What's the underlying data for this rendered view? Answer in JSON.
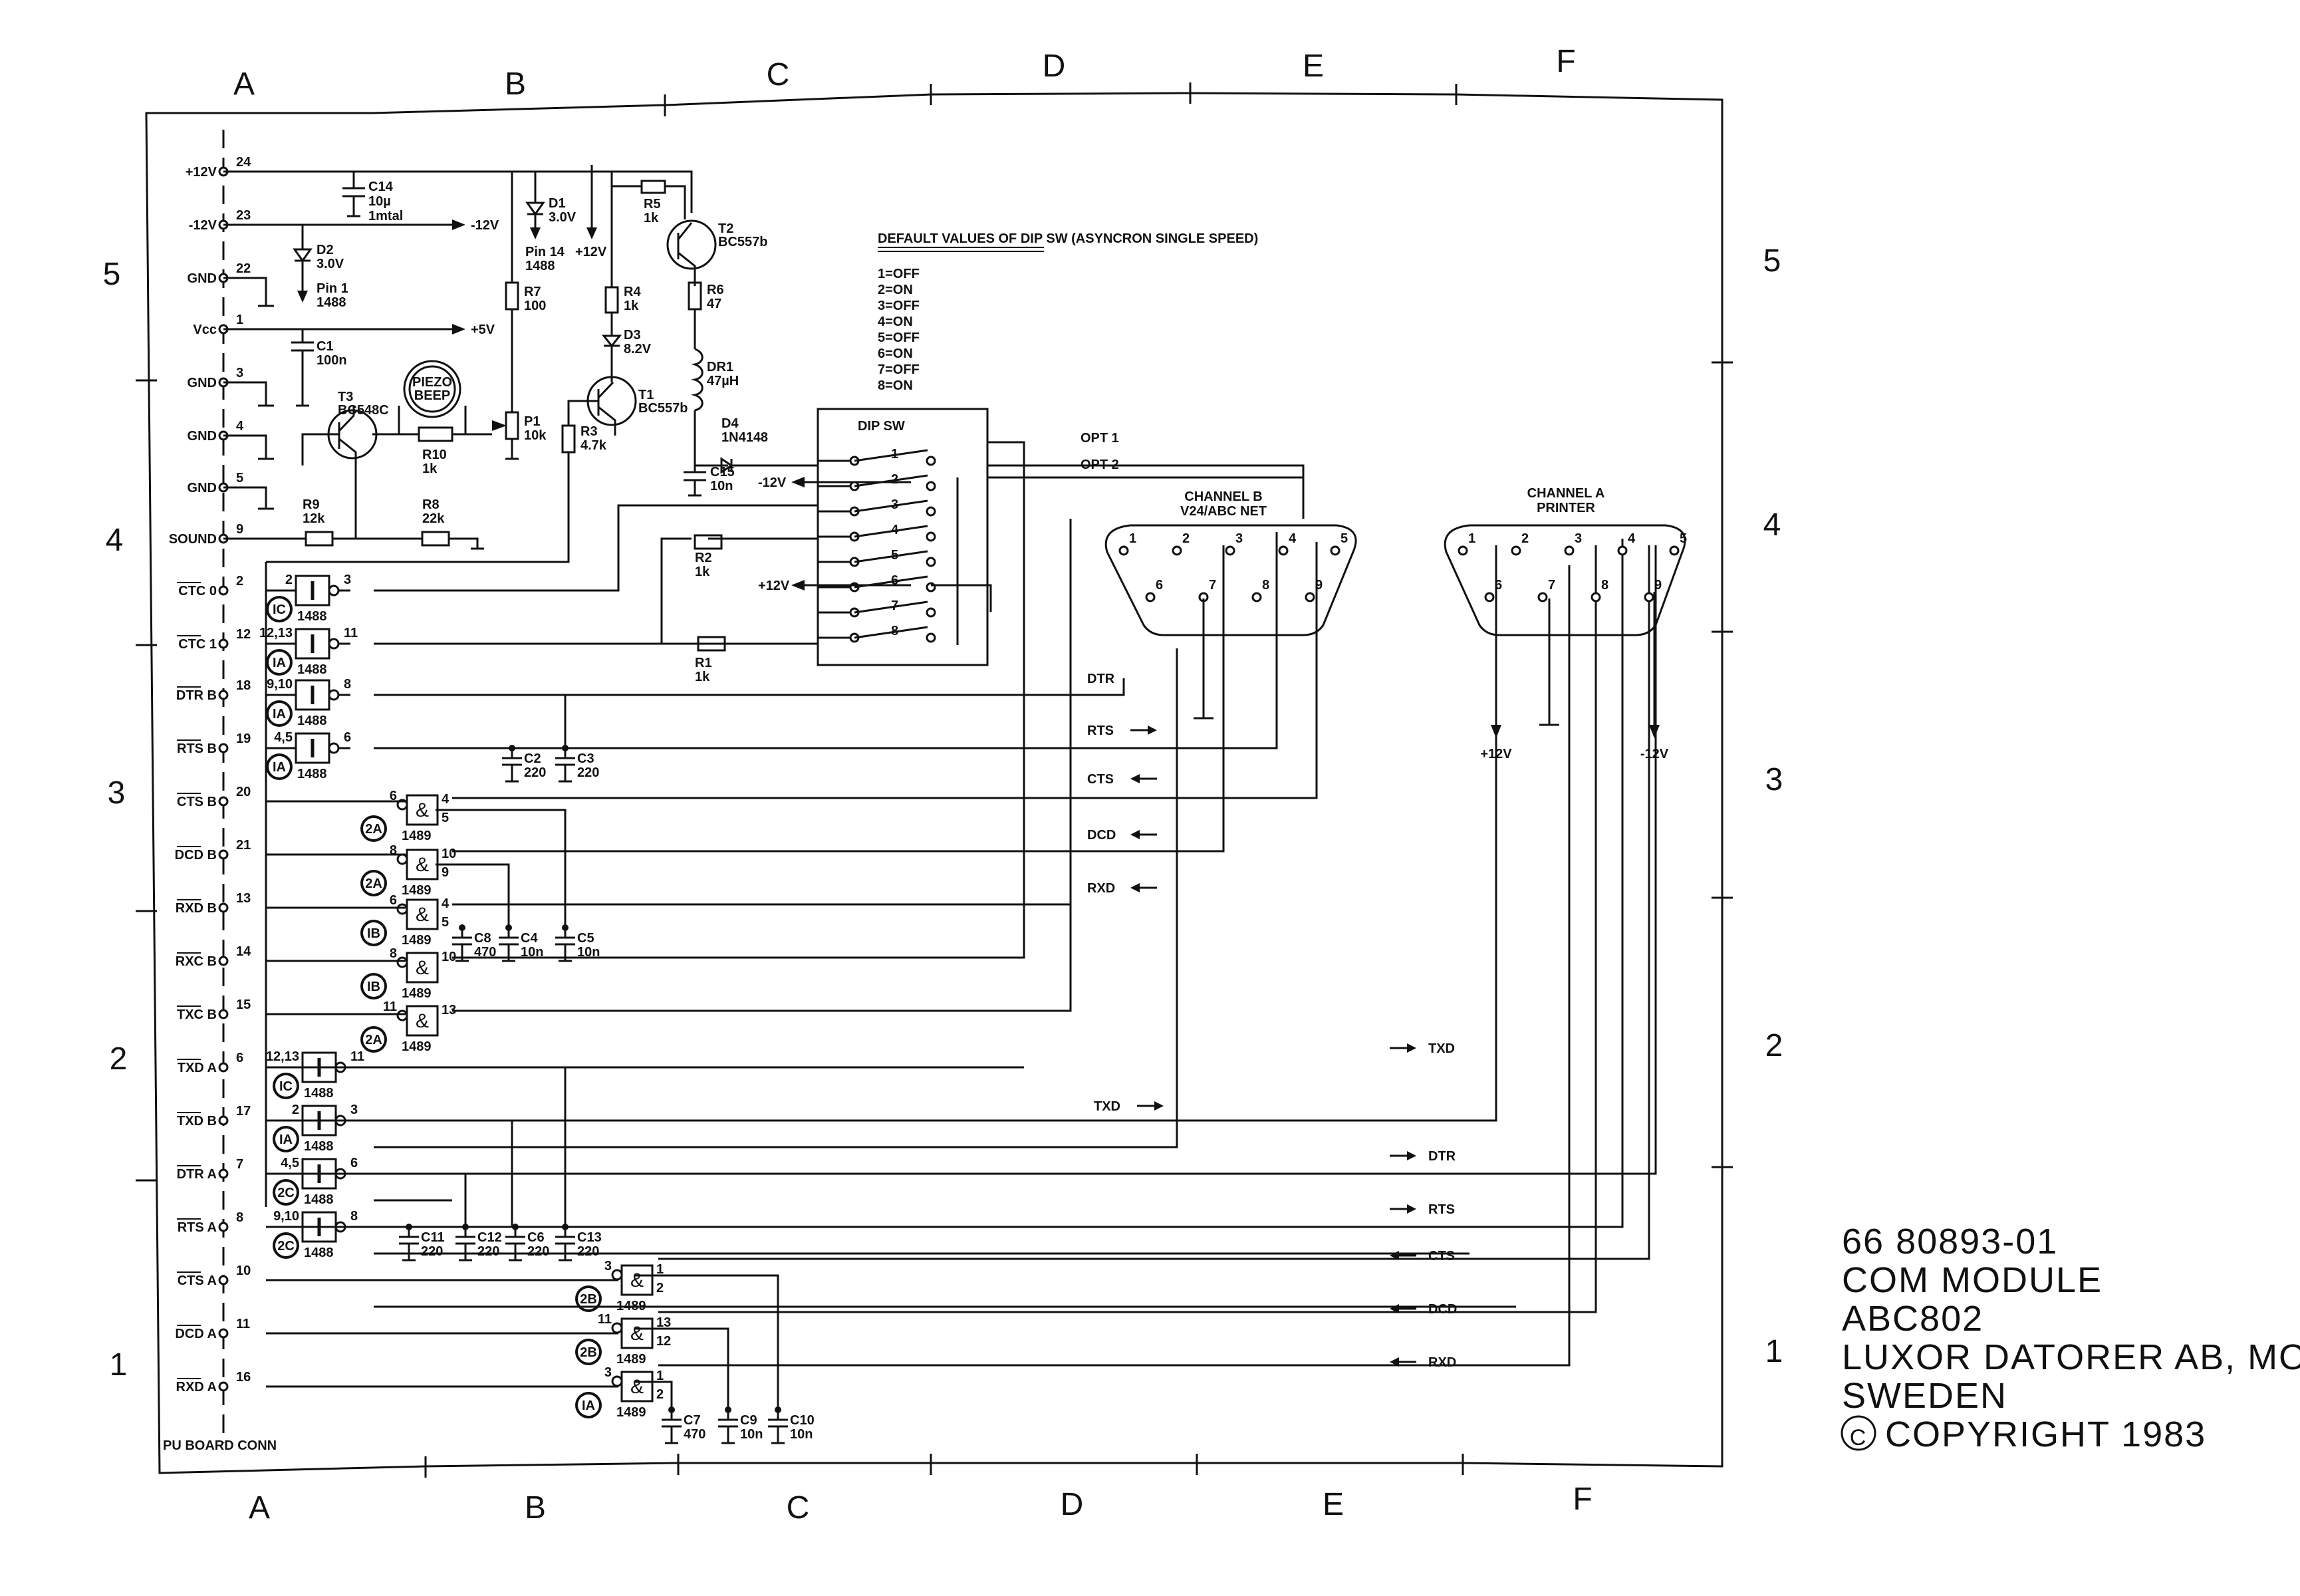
{
  "grid": {
    "top": [
      "A",
      "B",
      "C",
      "D",
      "E",
      "F"
    ],
    "bottom": [
      "A",
      "B",
      "C",
      "D",
      "E",
      "F"
    ],
    "left": [
      "5",
      "4",
      "3",
      "2",
      "1"
    ],
    "right": [
      "5",
      "4",
      "3",
      "2",
      "1"
    ]
  },
  "connector": {
    "label": "PU BOARD CONN",
    "pins": [
      {
        "name": "+12V",
        "num": "24"
      },
      {
        "name": "-12V",
        "num": "23"
      },
      {
        "name": "GND",
        "num": "22"
      },
      {
        "name": "Vcc",
        "num": "1"
      },
      {
        "name": "GND",
        "num": "3"
      },
      {
        "name": "GND",
        "num": "4"
      },
      {
        "name": "GND",
        "num": "5"
      },
      {
        "name": "SOUND",
        "num": "9"
      },
      {
        "name": "CTC 0",
        "num": "2"
      },
      {
        "name": "CTC 1",
        "num": "12"
      },
      {
        "name": "DTR B",
        "num": "18"
      },
      {
        "name": "RTS B",
        "num": "19"
      },
      {
        "name": "CTS B",
        "num": "20"
      },
      {
        "name": "DCD B",
        "num": "21"
      },
      {
        "name": "RXD B",
        "num": "13"
      },
      {
        "name": "RXC B",
        "num": "14"
      },
      {
        "name": "TXC B",
        "num": "15"
      },
      {
        "name": "TXD A",
        "num": "6"
      },
      {
        "name": "TXD B",
        "num": "17"
      },
      {
        "name": "DTR A",
        "num": "7"
      },
      {
        "name": "RTS A",
        "num": "8"
      },
      {
        "name": "CTS A",
        "num": "10"
      },
      {
        "name": "DCD A",
        "num": "11"
      },
      {
        "name": "RXD A",
        "num": "16"
      }
    ]
  },
  "rails": {
    "minus12": "-12V",
    "plus5": "+5V",
    "plus12": "+12V"
  },
  "components": {
    "C14": {
      "ref": "C14",
      "v1": "10µ",
      "v2": "1mtal"
    },
    "C1": {
      "ref": "C1",
      "v1": "100n"
    },
    "D1": {
      "ref": "D1",
      "v1": "3.0V"
    },
    "D2": {
      "ref": "D2",
      "v1": "3.0V"
    },
    "D3": {
      "ref": "D3",
      "v1": "8.2V"
    },
    "D4": {
      "ref": "D4",
      "v1": "1N4148"
    },
    "T1": {
      "ref": "T1",
      "v1": "BC557b"
    },
    "T2": {
      "ref": "T2",
      "v1": "BC557b"
    },
    "T3": {
      "ref": "T3",
      "v1": "BC548C"
    },
    "R1": {
      "ref": "R1",
      "v1": "1k"
    },
    "R2": {
      "ref": "R2",
      "v1": "1k"
    },
    "R3": {
      "ref": "R3",
      "v1": "4.7k"
    },
    "R4": {
      "ref": "R4",
      "v1": "1k"
    },
    "R5": {
      "ref": "R5",
      "v1": "1k"
    },
    "R6": {
      "ref": "R6",
      "v1": "47"
    },
    "R7": {
      "ref": "R7",
      "v1": "100"
    },
    "R8": {
      "ref": "R8",
      "v1": "22k"
    },
    "R9": {
      "ref": "R9",
      "v1": "12k"
    },
    "R10": {
      "ref": "R10",
      "v1": "1k"
    },
    "P1": {
      "ref": "P1",
      "v1": "10k"
    },
    "DR1": {
      "ref": "DR1",
      "v1": "47µH"
    },
    "C15": {
      "ref": "C15",
      "v1": "10n"
    },
    "C2": {
      "ref": "C2",
      "v1": "220"
    },
    "C3": {
      "ref": "C3",
      "v1": "220"
    },
    "C4": {
      "ref": "C4",
      "v1": "10n"
    },
    "C5": {
      "ref": "C5",
      "v1": "10n"
    },
    "C8": {
      "ref": "C8",
      "v1": "470"
    },
    "C11": {
      "ref": "C11",
      "v1": "220"
    },
    "C12": {
      "ref": "C12",
      "v1": "220"
    },
    "C6": {
      "ref": "C6",
      "v1": "220"
    },
    "C13": {
      "ref": "C13",
      "v1": "220"
    },
    "C7": {
      "ref": "C7",
      "v1": "470"
    },
    "C9": {
      "ref": "C9",
      "v1": "10n"
    },
    "C10": {
      "ref": "C10",
      "v1": "10n"
    },
    "pin14": {
      "l1": "Pin 14",
      "l2": "1488"
    },
    "pin1": {
      "l1": "Pin 1",
      "l2": "1488"
    },
    "piezo": {
      "l1": "PIEZO",
      "l2": "BEEP"
    }
  },
  "gates": {
    "chip1488": "1488",
    "chip1489": "1489",
    "drivers": [
      {
        "sym": "IC",
        "in": "2",
        "out": "3"
      },
      {
        "sym": "IA",
        "in": "12,13",
        "out": "11"
      },
      {
        "sym": "IA",
        "in": "9,10",
        "out": "8"
      },
      {
        "sym": "IA",
        "in": "4,5",
        "out": "6"
      }
    ],
    "receiversB": [
      {
        "sym": "2A",
        "in": "6",
        "out": "4",
        "ctl": "5"
      },
      {
        "sym": "2A",
        "in": "8",
        "out": "10",
        "ctl": "9"
      },
      {
        "sym": "IB",
        "in": "6",
        "out": "4",
        "ctl": "5"
      },
      {
        "sym": "IB",
        "in": "8",
        "out": "10",
        "ctl": ""
      },
      {
        "sym": "2A",
        "in": "11",
        "out": "13",
        "ctl": ""
      }
    ],
    "driversA": [
      {
        "sym": "IC",
        "in": "12,13",
        "out": "11"
      },
      {
        "sym": "IA",
        "in": "2",
        "out": "3"
      },
      {
        "sym": "2C",
        "in": "4,5",
        "out": "6"
      },
      {
        "sym": "2C",
        "in": "9,10",
        "out": "8"
      }
    ],
    "receiversA": [
      {
        "sym": "2B",
        "in": "3",
        "out": "1",
        "ctl": "2"
      },
      {
        "sym": "2B",
        "in": "11",
        "out": "13",
        "ctl": "12"
      },
      {
        "sym": "IA",
        "in": "3",
        "out": "1",
        "ctl": "2"
      }
    ]
  },
  "dip": {
    "title": "DIP SW",
    "header": "DEFAULT VALUES OF DIP SW  (ASYNCRON SINGLE SPEED)",
    "defaults": [
      "1=OFF",
      "2=ON",
      "3=OFF",
      "4=ON",
      "5=OFF",
      "6=ON",
      "7=OFF",
      "8=ON"
    ],
    "switch_numbers": [
      "1",
      "2",
      "3",
      "4",
      "5",
      "6",
      "7",
      "8"
    ],
    "minus12": "-12V",
    "plus12": "+12V",
    "opt1": "OPT 1",
    "opt2": "OPT 2"
  },
  "channel_b": {
    "title1": "CHANNEL B",
    "title2": "V24/ABC NET",
    "pins": [
      "1",
      "2",
      "3",
      "4",
      "5",
      "6",
      "7",
      "8",
      "9"
    ],
    "signals": [
      "DTR",
      "RTS",
      "CTS",
      "DCD",
      "RXD",
      "TXD"
    ]
  },
  "channel_a": {
    "title1": "CHANNEL A",
    "title2": "PRINTER",
    "pins": [
      "1",
      "2",
      "3",
      "4",
      "5",
      "6",
      "7",
      "8",
      "9"
    ],
    "plus12": "+12V",
    "minus12": "-12V",
    "signals": [
      "TXD",
      "DTR",
      "RTS",
      "CTS",
      "DCD",
      "RXD"
    ]
  },
  "title_block": {
    "lines": [
      "66 80893-01",
      "COM MODULE",
      "ABC802",
      "LUXOR DATORER AB, MOTALA",
      "SWEDEN",
      "COPYRIGHT 1983"
    ],
    "copyright_symbol": "C"
  }
}
